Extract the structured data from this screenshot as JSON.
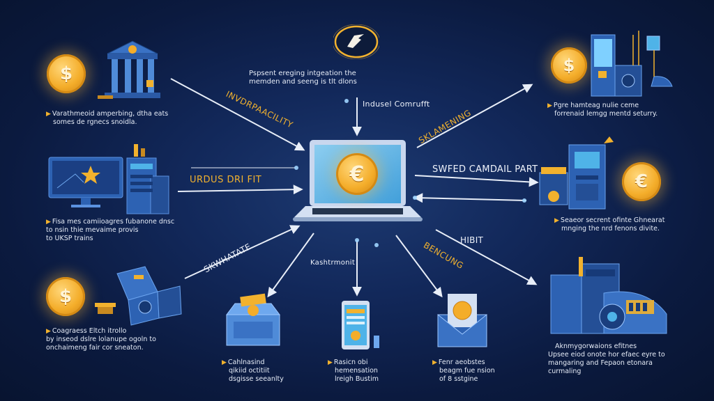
{
  "center": {
    "title": "Indusel Comrufft",
    "desc_line1": "Pspsent ereging intgeation the",
    "desc_line2": "memden and seeng is tlt dlons",
    "coin_symbol": "€"
  },
  "edges": {
    "nw": "INVDRPAACILITY",
    "w": "URDUS DRI FIT",
    "sw": "SKWHATATE",
    "s": "Kashtrmonit",
    "ne": "SKLAMENING",
    "e": "SWFED CAMDAIL PART",
    "se1": "HIBIT",
    "se2": "BENCUNG"
  },
  "nodes": {
    "top_left": {
      "line1": "Varathmeoid amperbing, dtha eats",
      "line2": "somes de rgnecs snoidla."
    },
    "mid_left": {
      "line1": "Fisa mes camiioagres fubanone dnsc",
      "line2": "to nsin thie mevaime provis",
      "line3": "to UKSP trains"
    },
    "bottom_left": {
      "line1": "Coagraess Eltch itrollo",
      "line2": "by inseod dslre lolanupe ogoln to",
      "line3": "onchaimeng fair cor sneaton."
    },
    "top_right": {
      "line1": "Pgre hamteag nulie ceme",
      "line2": "forrenaid lemgg mentd seturry."
    },
    "mid_right": {
      "line1": "Seaeor secrent ofinte Ghnearat",
      "line2": "mnging the nrd fenons divite."
    },
    "bottom_right": {
      "line1": "Aknmygorwaions efitnes",
      "line2": "Upsee eiod onote hor efaec eyre to",
      "line3": "mangaring and Fepaon etonara",
      "line4": "curmaling"
    },
    "bottom_1": {
      "line1": "Cahlnasind",
      "line2": "qikiid octitiit",
      "line3": "dsgisse seeanlty"
    },
    "bottom_2": {
      "line1": "Rasicn obi",
      "line2": "hemensation",
      "line3": "lreigh Bustim"
    },
    "bottom_3": {
      "line1": "Fenr aeobstes",
      "line2": "beagm fue nsion",
      "line3": "of 8 sstgine"
    }
  },
  "coins": {
    "dollar": "$",
    "euro": "€"
  },
  "icons": [
    "bank-icon",
    "monitor-star-icon",
    "safe-icon",
    "server-icon",
    "atm-icon",
    "data-center-icon",
    "box-icon",
    "phone-icon",
    "envelope-icon",
    "logo-icon",
    "laptop-icon"
  ],
  "colors": {
    "background": "#0c1a3a",
    "accent_gold": "#f2b22e",
    "coin": "#f4ad2a",
    "device_blue": "#2d62b3",
    "screen": "#4fb3e8",
    "arrow": "#e8eef8"
  }
}
